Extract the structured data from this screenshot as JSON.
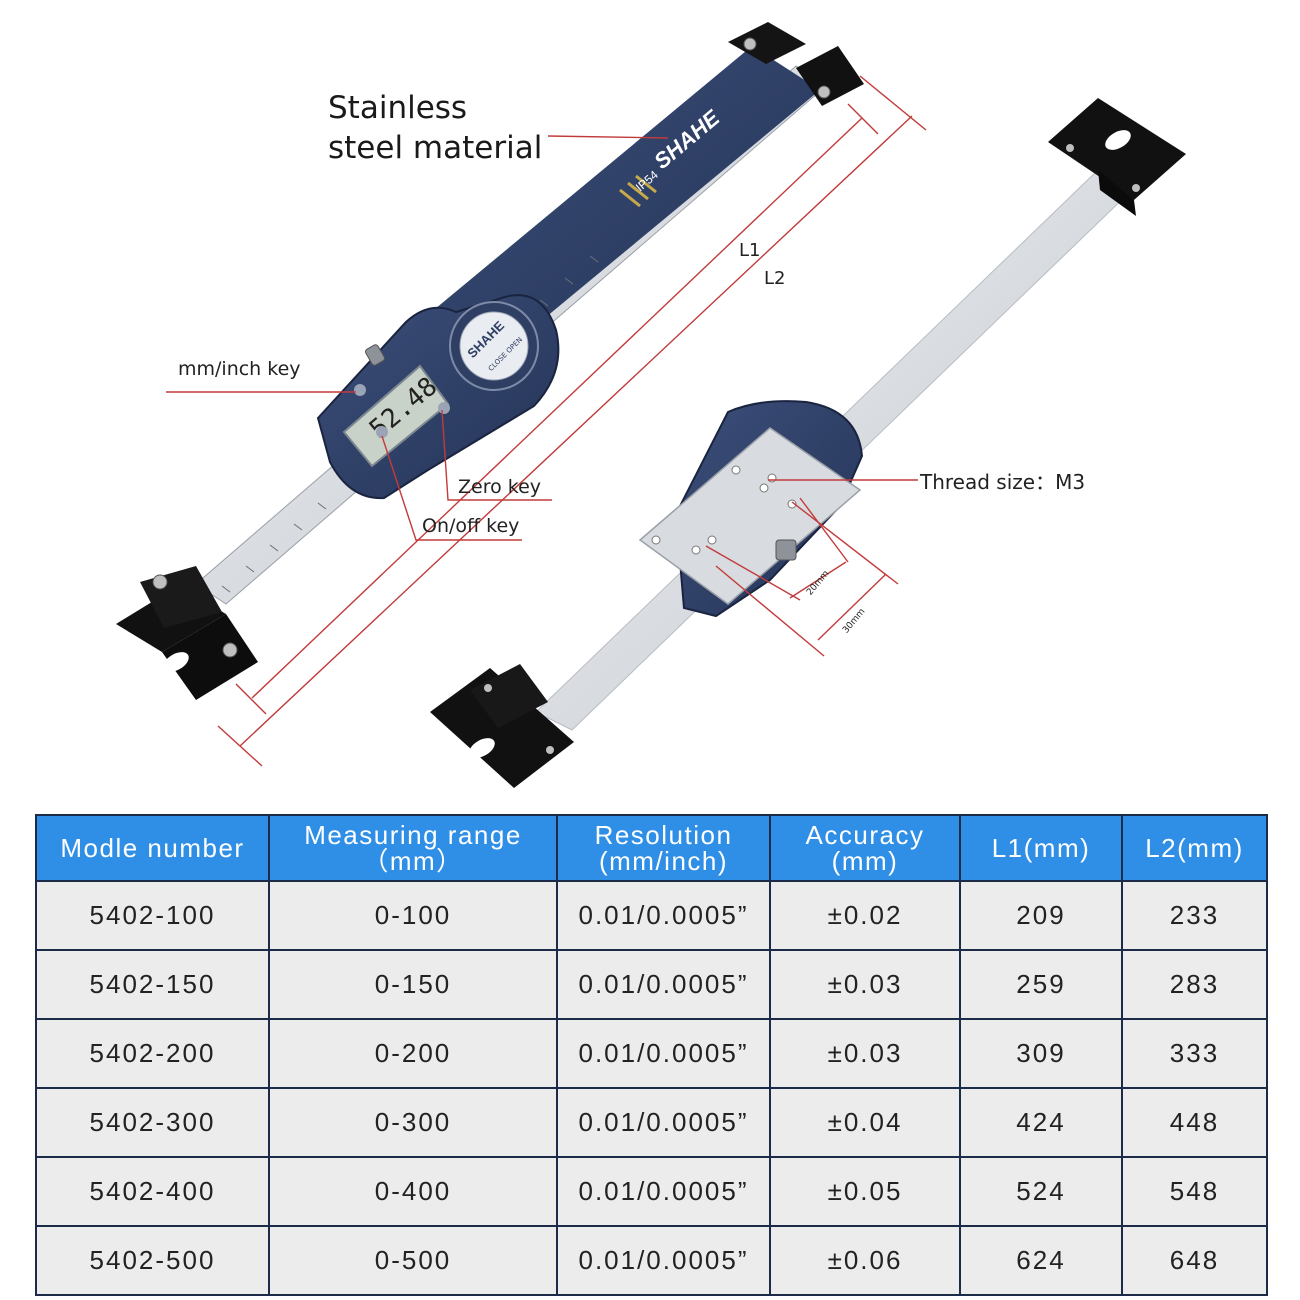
{
  "callouts": {
    "material_line1": "Stainless",
    "material_line2": "steel material",
    "mm_inch_key": "mm/inch key",
    "zero_key": "Zero key",
    "on_off_key": "On/off key",
    "thread_size": "Thread size：M3",
    "l1": "L1",
    "l2": "L2"
  },
  "product": {
    "brand": "SHAHE",
    "rating": "IP54",
    "display_reading": "52.48",
    "dial_text": "CLOSE OPEN",
    "dimension_20": "20mm",
    "dimension_30": "30mm"
  },
  "colors": {
    "accent_header": "#2f8fe6",
    "body_navy": "#2e3f66",
    "dimension_red": "#c23b3b"
  },
  "table": {
    "headers": [
      {
        "line1": "Modle number",
        "line2": ""
      },
      {
        "line1": "Measuring range",
        "line2": "（mm）"
      },
      {
        "line1": "Resolution",
        "line2": "(mm/inch)"
      },
      {
        "line1": "Accuracy",
        "line2": "(mm)"
      },
      {
        "line1": "L1(mm)",
        "line2": ""
      },
      {
        "line1": "L2(mm)",
        "line2": ""
      }
    ],
    "rows": [
      [
        "5402-100",
        "0-100",
        "0.01/0.0005”",
        "±0.02",
        "209",
        "233"
      ],
      [
        "5402-150",
        "0-150",
        "0.01/0.0005”",
        "±0.03",
        "259",
        "283"
      ],
      [
        "5402-200",
        "0-200",
        "0.01/0.0005”",
        "±0.03",
        "309",
        "333"
      ],
      [
        "5402-300",
        "0-300",
        "0.01/0.0005”",
        "±0.04",
        "424",
        "448"
      ],
      [
        "5402-400",
        "0-400",
        "0.01/0.0005”",
        "±0.05",
        "524",
        "548"
      ],
      [
        "5402-500",
        "0-500",
        "0.01/0.0005”",
        "±0.06",
        "624",
        "648"
      ]
    ]
  }
}
